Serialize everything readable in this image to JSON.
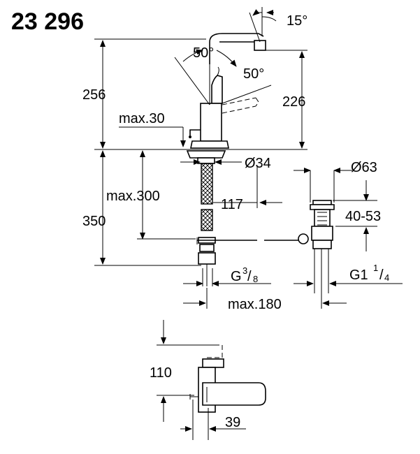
{
  "title": "23 296",
  "dimensions": {
    "angle_spout": "15°",
    "angle_lever_left": "50°",
    "angle_lever_right": "50°",
    "height_total": "256",
    "height_spout": "226",
    "deck_thickness": "max.30",
    "hole_diameter": "Ø34",
    "waste_diameter": "Ø63",
    "hose_length": "max.300",
    "spout_projection": "117",
    "waste_range": "40-53",
    "below_deck": "350",
    "connection_thread": "G",
    "connection_thread_frac_num": "3",
    "connection_thread_frac_den": "8",
    "waste_thread": "G1",
    "waste_thread_frac_num": "1",
    "waste_thread_frac_den": "4",
    "waste_distance": "max.180",
    "lever_height": "110",
    "lever_depth": "39"
  }
}
